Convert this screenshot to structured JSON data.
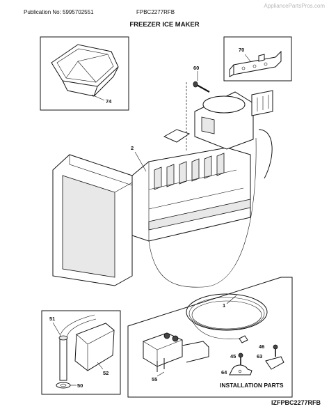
{
  "header": {
    "publication": "Publication No: 5995702551",
    "model": "FPBC2277RFB",
    "watermark": "AppliancePartsPros.com"
  },
  "title": "FREEZER ICE MAKER",
  "footer": {
    "diagram_id": "IZFPBC2277RFB"
  },
  "callouts": {
    "p1": "1",
    "p2": "2",
    "p45": "45",
    "p46": "46",
    "p50": "50",
    "p51": "51",
    "p52": "52",
    "p55": "55",
    "p60": "60",
    "p63": "63",
    "p64": "64",
    "p70": "70",
    "p74": "74"
  },
  "installation_caption": "INSTALLATION PARTS"
}
